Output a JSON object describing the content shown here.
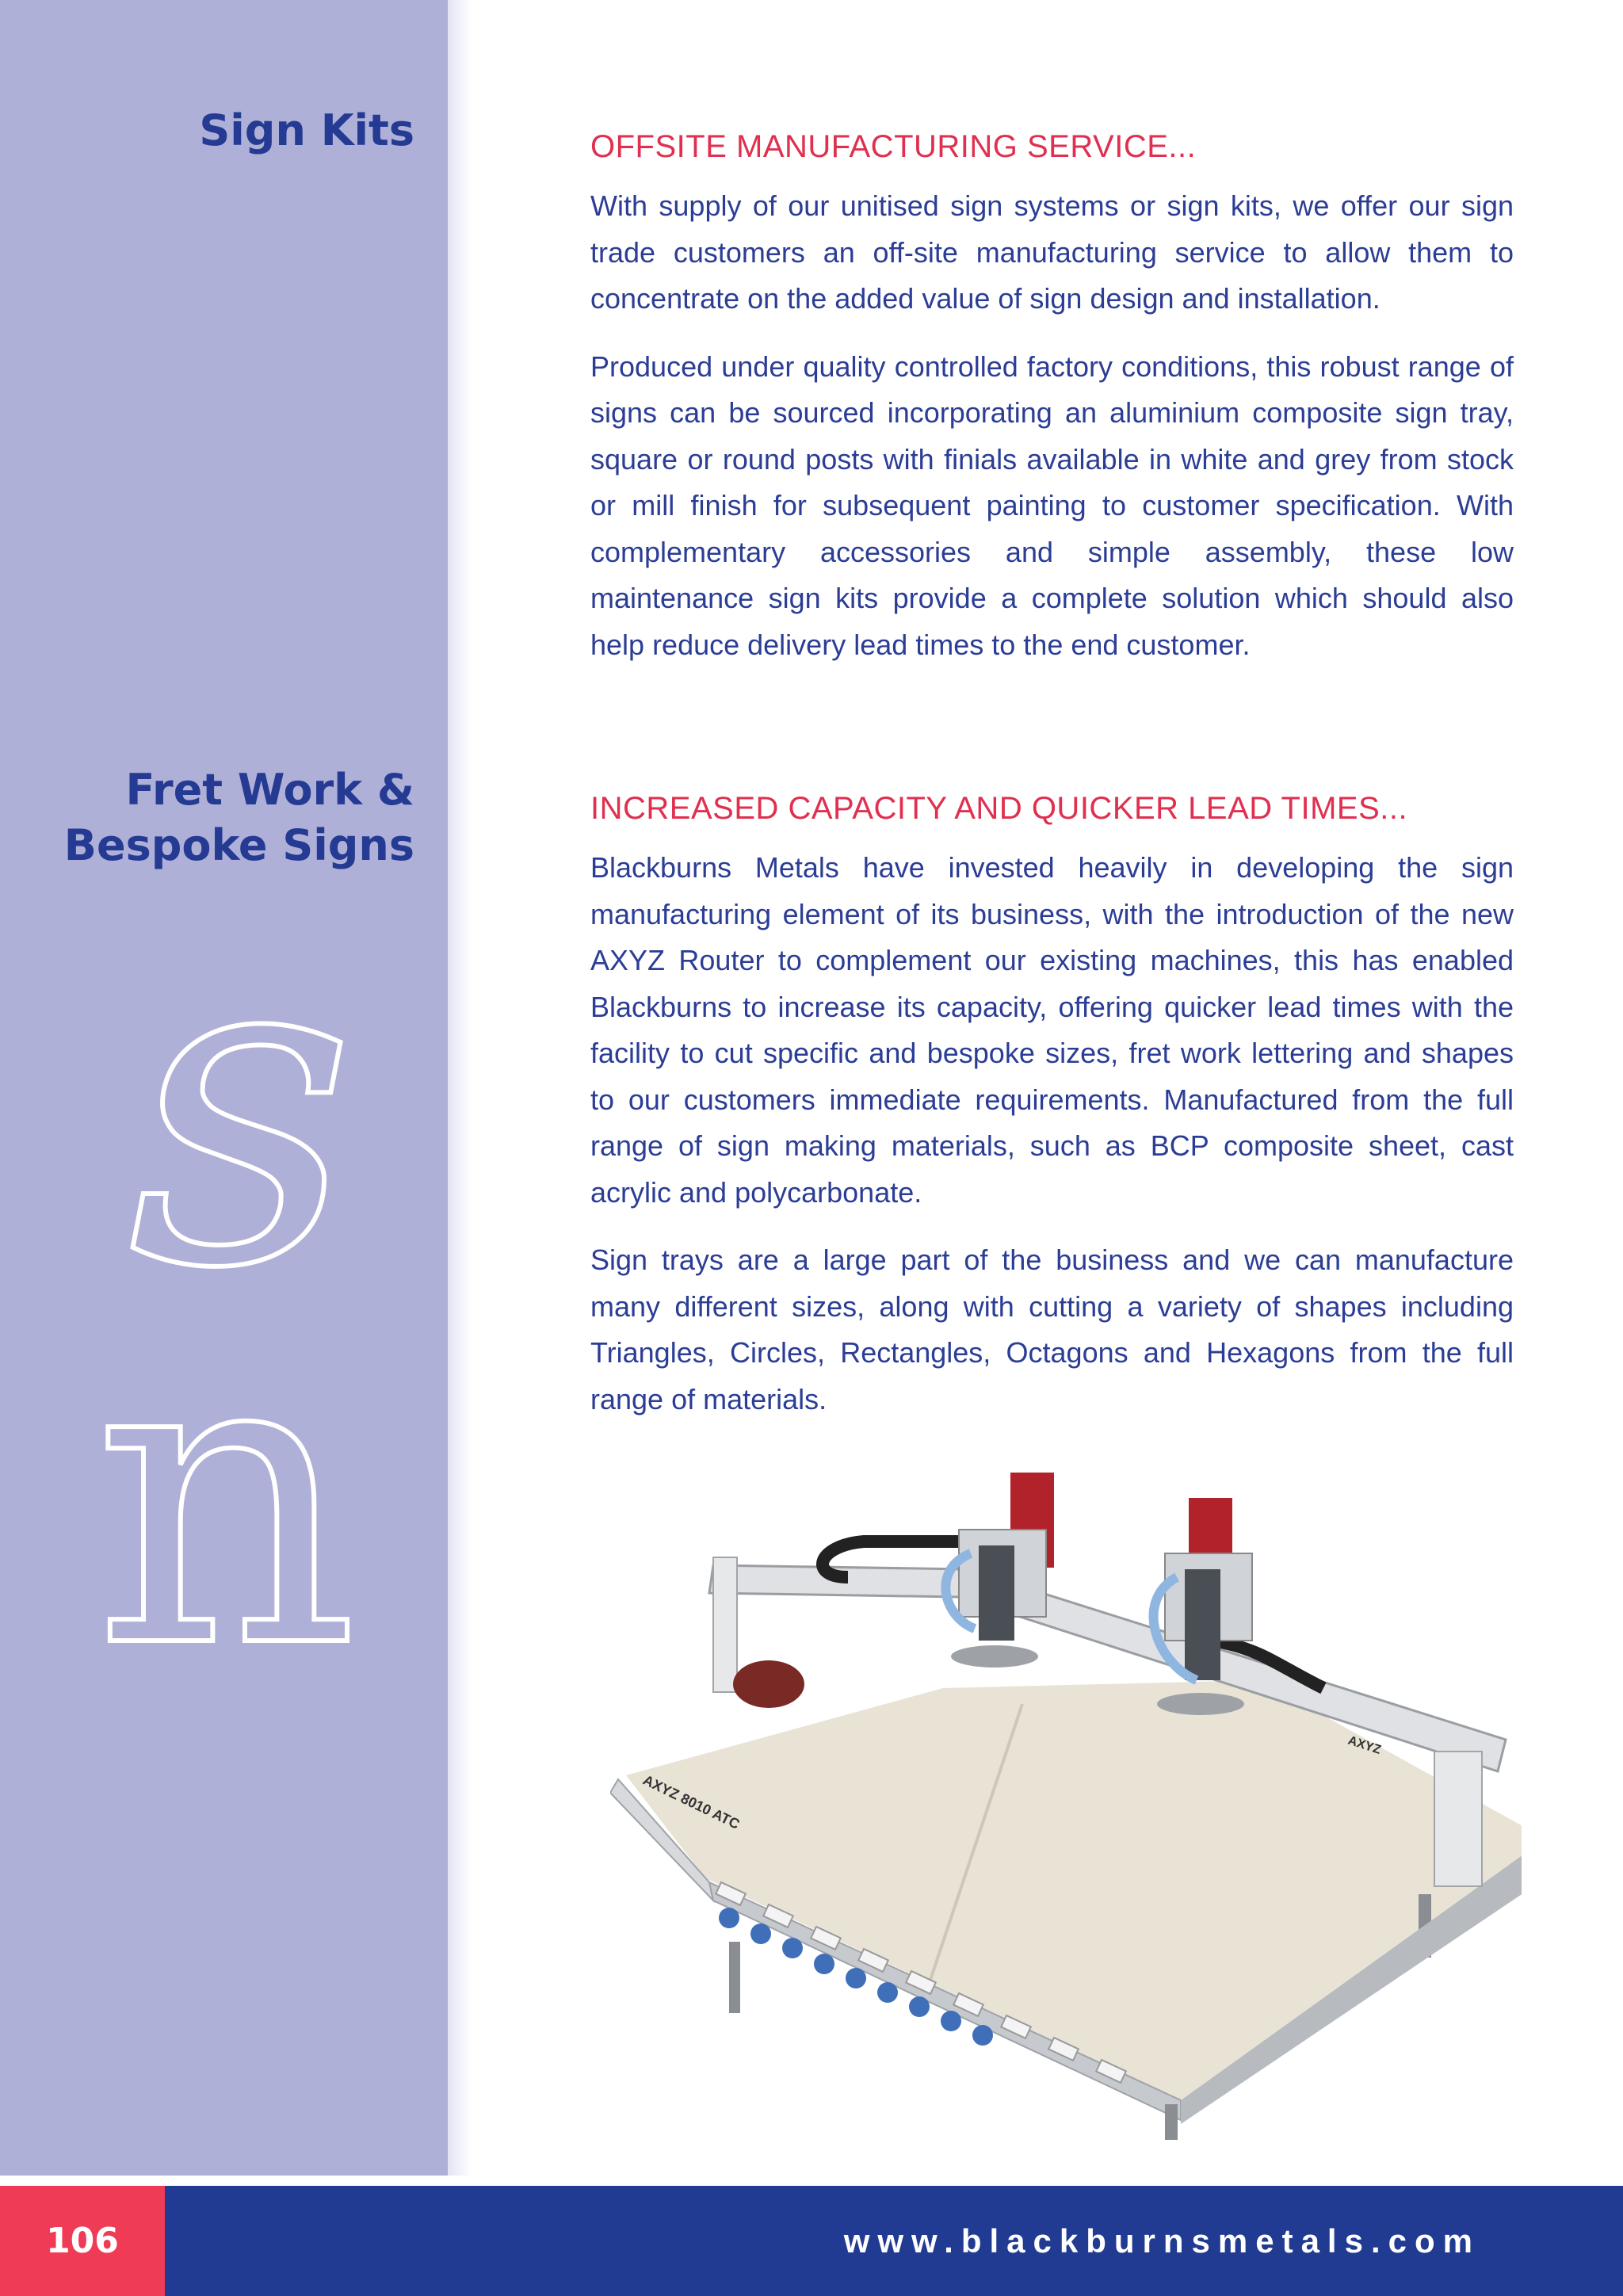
{
  "sidebar": {
    "headings": [
      "Sign Kits",
      "Fret Work &",
      "Bespoke Signs"
    ],
    "decorative_letters": [
      "s",
      "n"
    ]
  },
  "sections": [
    {
      "title": "OFFSITE MANUFACTURING SERVICE...",
      "paragraphs": [
        "With supply of our unitised sign systems or sign kits, we offer our sign trade customers an off-site manufacturing service to allow them to concentrate on the added value of sign design and installation.",
        "Produced under quality controlled factory conditions, this robust range of signs can be sourced incorporating an aluminium composite sign tray, square or round posts with finials available in white and grey from stock or mill finish for subsequent painting to customer specification. With complementary accessories and simple assembly, these low maintenance sign kits provide a complete solution which should also help reduce delivery lead times to the end customer."
      ]
    },
    {
      "title": "INCREASED CAPACITY AND QUICKER LEAD TIMES...",
      "paragraphs": [
        "Blackburns Metals have invested heavily in developing the sign manufacturing element of its business, with the introduction of the new AXYZ Router to complement our existing machines, this has enabled Blackburns to increase its capacity, offering quicker lead times with the facility to cut specific and bespoke sizes, fret work lettering and shapes to our customers immediate requirements. Manufactured from the full range of sign making materials, such as BCP composite sheet, cast acrylic and polycarbonate.",
        "Sign trays are a large part of the business and we can manufacture many different sizes, along with cutting a variety of shapes including Triangles, Circles, Rectangles, Octagons and Hexagons from the full range of materials."
      ]
    }
  ],
  "photo": {
    "machine_labels": [
      "AXYZ",
      "AXYZ 8010 ATC"
    ]
  },
  "footer": {
    "page_number": "106",
    "url": "www.blackburnsmetals.com"
  },
  "colors": {
    "sidebar": "#afb0d7",
    "heading_blue": "#243a93",
    "title_red": "#e0304f",
    "body_blue": "#2b3d95",
    "footer_blue": "#213a92",
    "page_box_red": "#ef3b55"
  }
}
